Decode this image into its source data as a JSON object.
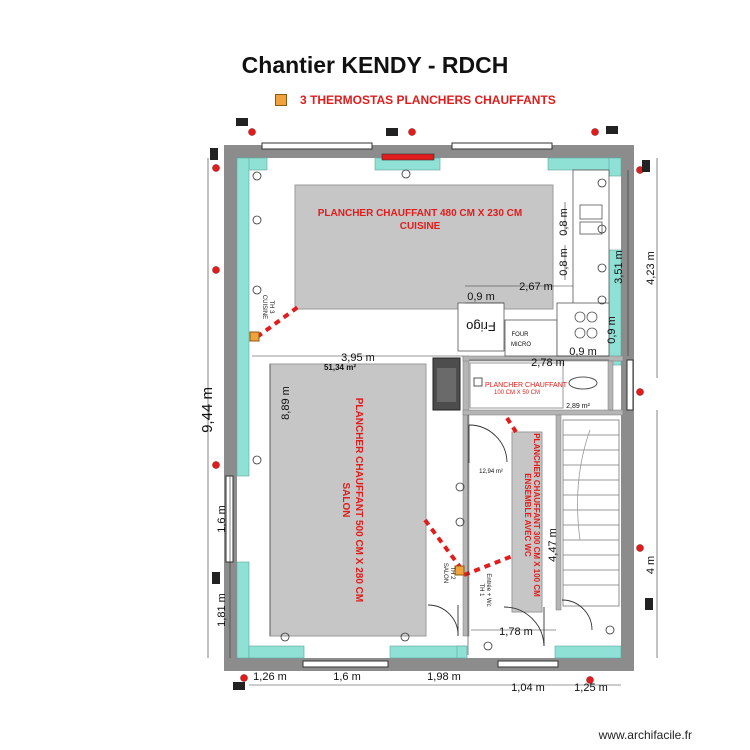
{
  "title": "Chantier KENDY - RDCH",
  "legend": {
    "label": "3 THERMOSTAS PLANCHERS CHAUFFANTS",
    "color": "#f0a23c"
  },
  "footer": "www.archifacile.fr",
  "colors": {
    "wall": "#8c8c8c",
    "window": "#8fe0d5",
    "heating": "#c6c6c6",
    "thermostat_link": "#e21c1c",
    "label_red": "#e21c1c"
  },
  "heating_zones": {
    "kitchen": {
      "line1": "PLANCHER CHAUFFANT 480 CM X 230 CM",
      "line2": "CUISINE"
    },
    "living": {
      "line1": "PLANCHER CHAUFFANT 500 CM X 280 CM",
      "line2": "SALON"
    },
    "small": {
      "line1": "PLANCHER CHAUFFANT",
      "line2": "100 CM X 50 CM"
    },
    "wc": {
      "line1": "PLANCHER CHAUFFANT 300 CM X 100 CM",
      "line2": "ENSEMBLE AVEC WC"
    }
  },
  "thermostats": {
    "th3": {
      "line1": "TH 3",
      "line2": "CUISINE"
    },
    "th2": {
      "line1": "TH 2",
      "line2": "SALON"
    },
    "th1": {
      "line1": "TH 1",
      "line2": "Entrée + Wc"
    }
  },
  "areas": {
    "main": "51,34 m²",
    "entry": "12,94 m²",
    "bath": "2,89 m²"
  },
  "furniture": {
    "fridge": "Frigo",
    "oven": "FOUR",
    "micro": "MICRO"
  },
  "dimensions": {
    "overall_height": "9,44 m",
    "right_total": "4,23 m",
    "right_upper": "3,51 m",
    "right_lower": "4 m",
    "kitchen_counter": "2,67 m",
    "counter_depth_top": "0,8 m",
    "counter_depth_mid": "0,8 m",
    "fridge_width": "0,9 m",
    "oven_width": "0,9 m",
    "oven_depth": "0,9 m",
    "partition": "2,78 m",
    "living_width": "3,95 m",
    "living_depth": "8,89 m",
    "hall_depth": "4,47 m",
    "hall_width": "1,78 m",
    "left_window": "1,6 m",
    "left_bottom": "1,81 m",
    "bottom_1": "1,26 m",
    "bottom_2": "1,6 m",
    "bottom_3": "1,98 m",
    "bottom_4": "1,04 m",
    "bottom_5": "1,25 m"
  }
}
